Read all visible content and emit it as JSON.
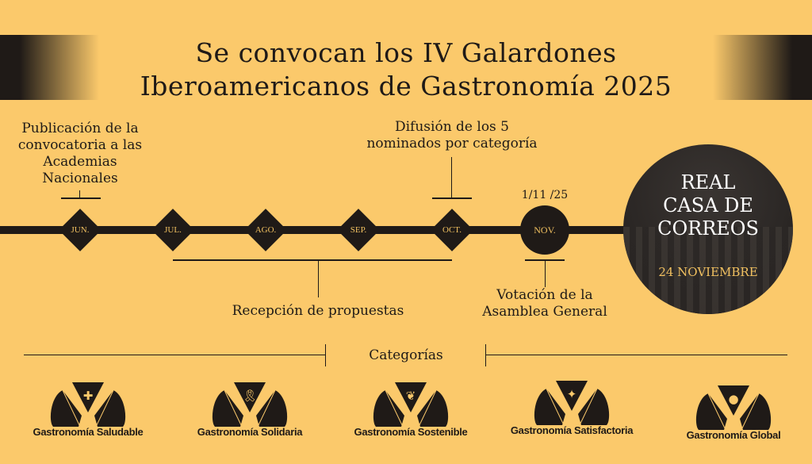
{
  "title": {
    "line1": "Se convocan los IV Galardones",
    "line2": "Iberoamericanos de Gastronomía 2025"
  },
  "timeline": {
    "months": [
      "JUN.",
      "JUL.",
      "AGO.",
      "SEP.",
      "OCT.",
      "NOV."
    ],
    "events": {
      "publicacion": [
        "Publicación de la",
        "convocatoria a las",
        "Academias",
        "Nacionales"
      ],
      "difusion": [
        "Difusión de los 5",
        "nominados por categoría"
      ],
      "recepcion": "Recepción de propuestas",
      "votacion_date": "1/11 /25",
      "votacion": [
        "Votación de la",
        "Asamblea General"
      ]
    },
    "venue": {
      "name": [
        "REAL",
        "CASA DE",
        "CORREOS"
      ],
      "date": "24 NOVIEMBRE"
    }
  },
  "categories": {
    "heading": "Categorías",
    "items": [
      {
        "label": "Gastronomía Saludable",
        "icon": "cross-icon",
        "glyph": "✚"
      },
      {
        "label": "Gastronomía Solidaria",
        "icon": "ribbon-icon",
        "glyph": "🎗"
      },
      {
        "label": "Gastronomía Sostenible",
        "icon": "leaf-icon",
        "glyph": "❦"
      },
      {
        "label": "Gastronomía Satisfactoria",
        "icon": "sparkles-icon",
        "glyph": "✦"
      },
      {
        "label": "Gastronomía Global",
        "icon": "globe-icon",
        "glyph": "●"
      }
    ]
  },
  "colors": {
    "background": "#fbc96b",
    "dark": "#1f1a17",
    "gold": "#f0c060"
  }
}
